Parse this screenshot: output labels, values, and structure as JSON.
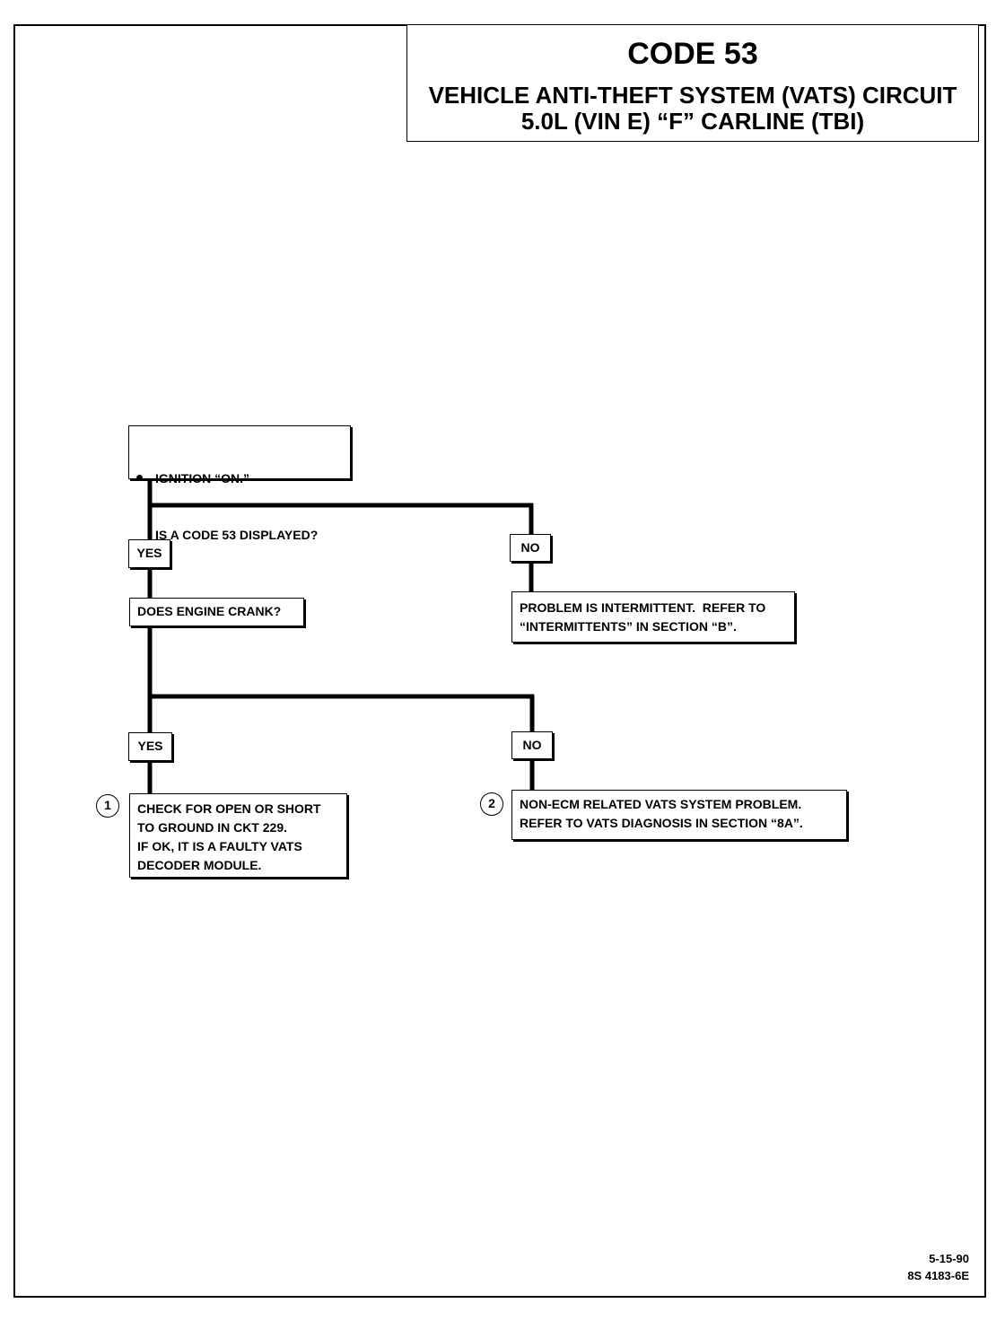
{
  "header": {
    "code": "CODE 53",
    "subtitle_line1": "VEHICLE ANTI-THEFT SYSTEM (VATS) CIRCUIT",
    "subtitle_line2": "5.0L  (VIN E)  “F”  CARLINE  (TBI)"
  },
  "flowchart": {
    "start": {
      "line1": "IGNITION “ON.”",
      "line2": "IS A CODE 53 DISPLAYED?"
    },
    "branch1_yes_label": "YES",
    "branch1_no_label": "NO",
    "crank_question": "DOES ENGINE CRANK?",
    "intermittent_result": "PROBLEM IS INTERMITTENT.  REFER TO\n“INTERMITTENTS” IN SECTION “B”.",
    "branch2_yes_label": "YES",
    "branch2_no_label": "NO",
    "step1_number": "1",
    "step1_text": "CHECK FOR OPEN OR SHORT\nTO GROUND IN CKT 229.\nIF OK, IT IS A FAULTY VATS\nDECODER MODULE.",
    "step2_number": "2",
    "step2_text": "NON-ECM RELATED VATS SYSTEM PROBLEM.\nREFER TO VATS DIAGNOSIS IN SECTION “8A”."
  },
  "footer": {
    "date": "5-15-90",
    "doc_number": "8S 4183-6E"
  }
}
